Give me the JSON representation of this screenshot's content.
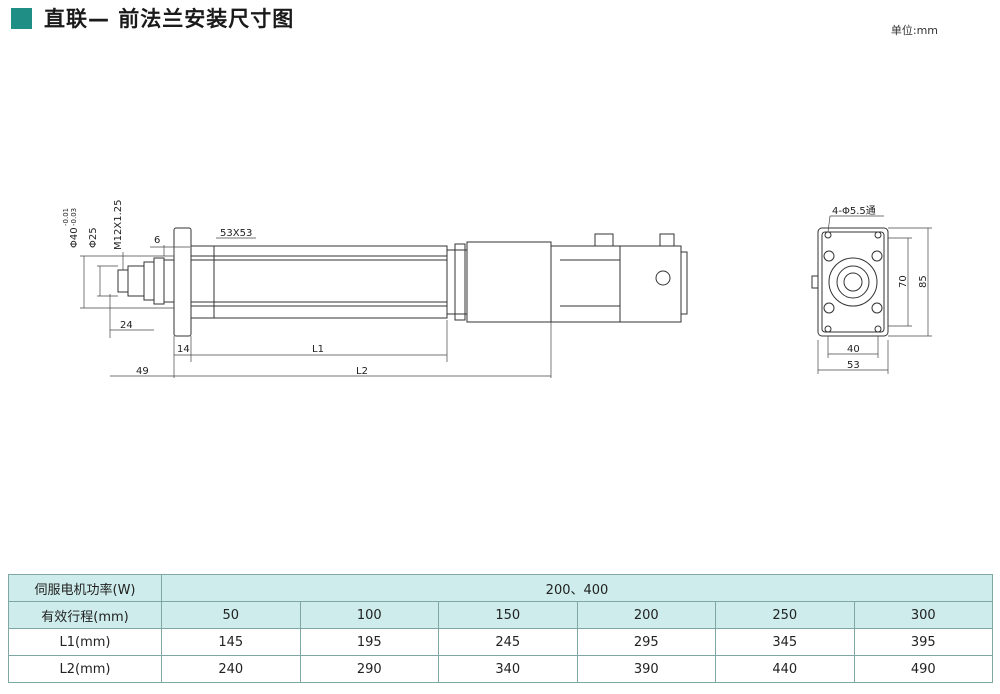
{
  "page": {
    "title": "直联— 前法兰安装尺寸图",
    "unit_label": "单位:mm"
  },
  "drawing": {
    "side_labels": {
      "dia_40": "Φ40",
      "tol_upper": "-0.01",
      "tol_lower": "-0.03",
      "dia_25": "Φ25",
      "thread": "M12X1.25",
      "dim_6": "6",
      "dim_24": "24",
      "section": "53X53",
      "dim_14": "14",
      "L1": "L1",
      "dim_49": "49",
      "L2": "L2"
    },
    "end_labels": {
      "holes": "4-Φ5.5通",
      "dim_70": "70",
      "dim_85": "85",
      "dim_40": "40",
      "dim_53": "53"
    }
  },
  "table": {
    "power_label": "伺服电机功率(W)",
    "power_value": "200、400",
    "rows": [
      {
        "label": "有效行程(mm)",
        "values": [
          "50",
          "100",
          "150",
          "200",
          "250",
          "300"
        ]
      },
      {
        "label": "L1(mm)",
        "values": [
          "145",
          "195",
          "245",
          "295",
          "345",
          "395"
        ]
      },
      {
        "label": "L2(mm)",
        "values": [
          "240",
          "290",
          "340",
          "390",
          "440",
          "490"
        ]
      }
    ]
  }
}
